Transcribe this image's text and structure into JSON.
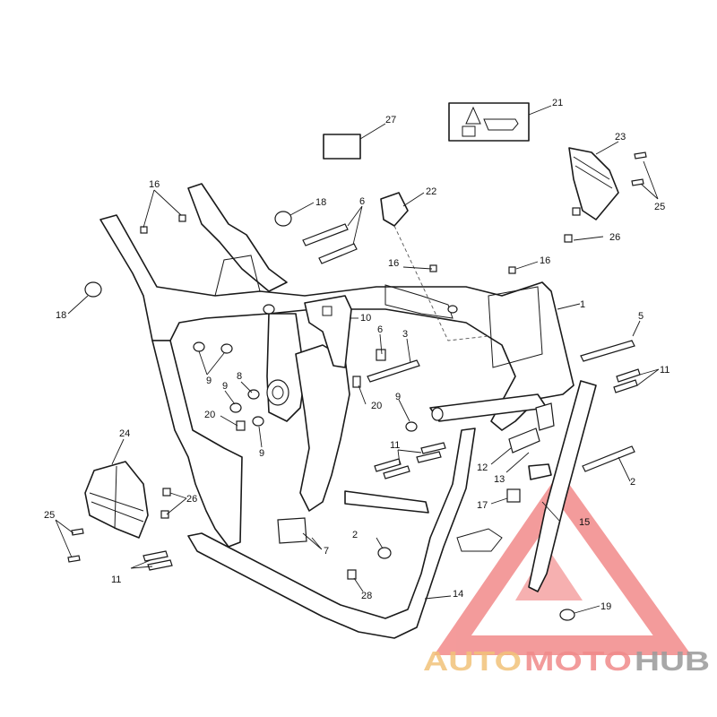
{
  "callouts": [
    {
      "id": "c1",
      "label": "1"
    },
    {
      "id": "c2a",
      "label": "2"
    },
    {
      "id": "c2b",
      "label": "2"
    },
    {
      "id": "c3",
      "label": "3"
    },
    {
      "id": "c5",
      "label": "5"
    },
    {
      "id": "c6a",
      "label": "6"
    },
    {
      "id": "c6b",
      "label": "6"
    },
    {
      "id": "c7",
      "label": "7"
    },
    {
      "id": "c8",
      "label": "8"
    },
    {
      "id": "c9a",
      "label": "9"
    },
    {
      "id": "c9b",
      "label": "9"
    },
    {
      "id": "c9c",
      "label": "9"
    },
    {
      "id": "c9d",
      "label": "9"
    },
    {
      "id": "c10",
      "label": "10"
    },
    {
      "id": "c11a",
      "label": "11"
    },
    {
      "id": "c11b",
      "label": "11"
    },
    {
      "id": "c11c",
      "label": "11"
    },
    {
      "id": "c12",
      "label": "12"
    },
    {
      "id": "c13",
      "label": "13"
    },
    {
      "id": "c14",
      "label": "14"
    },
    {
      "id": "c15",
      "label": "15"
    },
    {
      "id": "c16a",
      "label": "16"
    },
    {
      "id": "c16b",
      "label": "16"
    },
    {
      "id": "c16c",
      "label": "16"
    },
    {
      "id": "c17",
      "label": "17"
    },
    {
      "id": "c18a",
      "label": "18"
    },
    {
      "id": "c18b",
      "label": "18"
    },
    {
      "id": "c19",
      "label": "19"
    },
    {
      "id": "c20a",
      "label": "20"
    },
    {
      "id": "c20b",
      "label": "20"
    },
    {
      "id": "c21",
      "label": "21"
    },
    {
      "id": "c22",
      "label": "22"
    },
    {
      "id": "c23",
      "label": "23"
    },
    {
      "id": "c24",
      "label": "24"
    },
    {
      "id": "c25a",
      "label": "25"
    },
    {
      "id": "c25b",
      "label": "25"
    },
    {
      "id": "c26a",
      "label": "26"
    },
    {
      "id": "c26b",
      "label": "26"
    },
    {
      "id": "c27",
      "label": "27"
    },
    {
      "id": "c28",
      "label": "28"
    }
  ],
  "watermark": {
    "part1": "AUTO",
    "part2": "MOTO",
    "part3": "HUB",
    "color_auto": "#f2c27a",
    "color_moto": "#f08a8a",
    "color_hub": "#9a9a9a",
    "triangle_color": "#f07a7a"
  }
}
